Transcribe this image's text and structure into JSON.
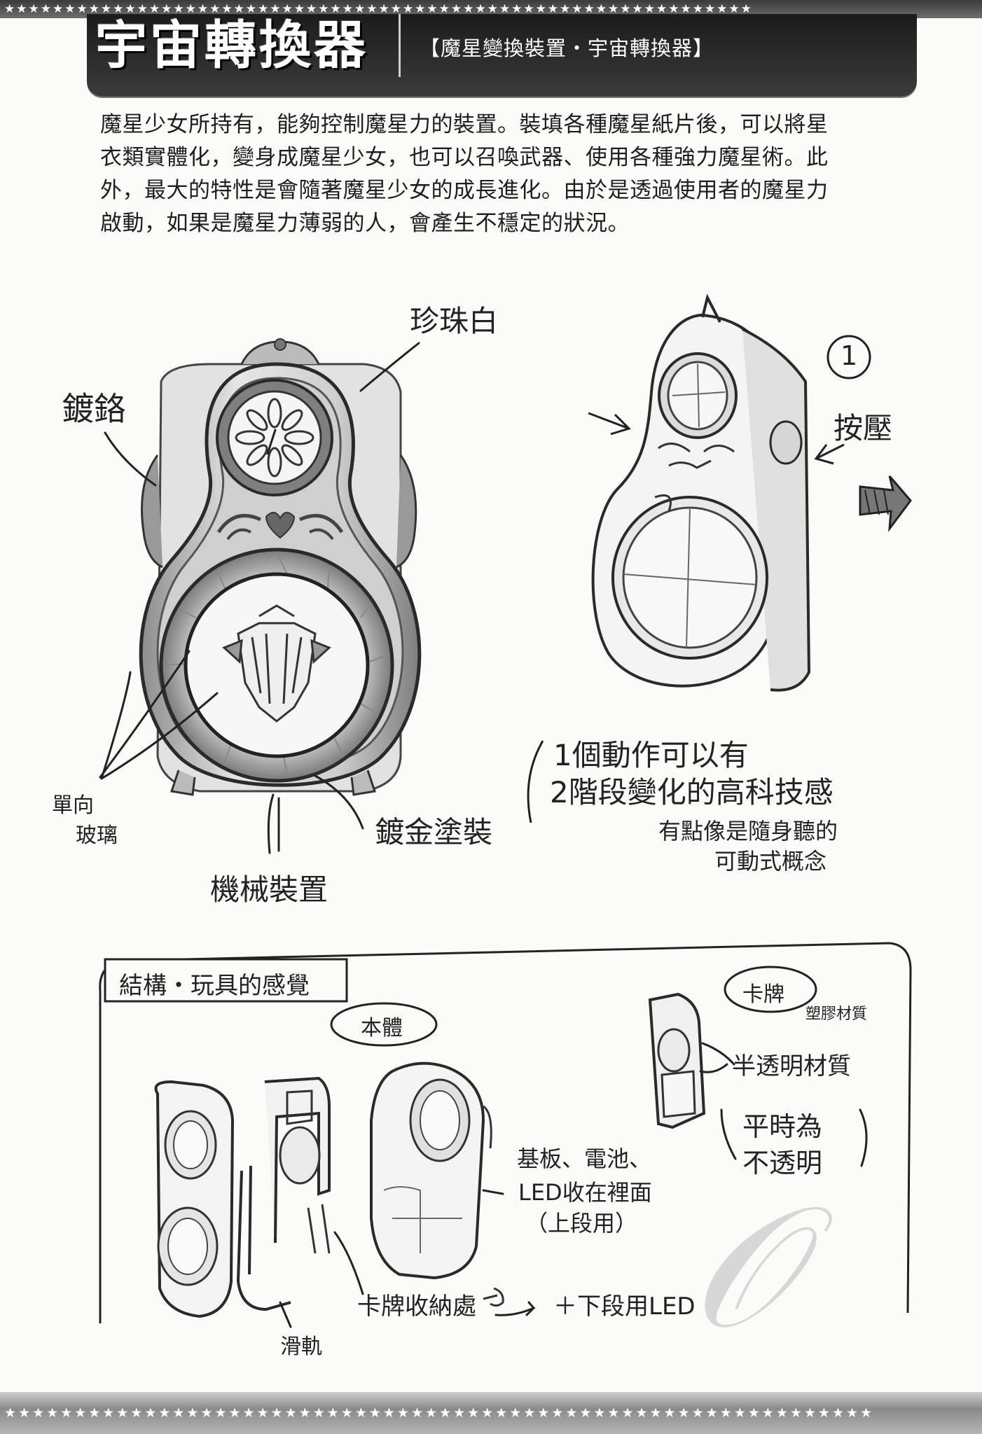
{
  "header": {
    "title": "宇宙轉換器",
    "subtitle": "【魔星變換裝置・宇宙轉換器】",
    "stars": "★★★★★★★★★★★★★★★★★★★★★★★★★★★★★★★★★★★★★★★★★★★★★★★★★★★★★★★★★★★★★★"
  },
  "intro": {
    "lines": [
      "魔星少女所持有，能夠控制魔星力的裝置。裝填各種魔星紙片後，可以將星",
      "衣類實體化，變身成魔星少女，也可以召喚武器、使用各種強力魔星術。此",
      "外，最大的特性是會隨著魔星少女的成長進化。由於是透過使用者的魔星力",
      "啟動，如果是魔星力薄弱的人，會產生不穩定的狀況。"
    ]
  },
  "front_labels": {
    "pearl_white": "珍珠白",
    "chrome": "鍍鉻",
    "one_way_glass_1": "單向",
    "one_way_glass_2": "玻璃",
    "gold_coating": "鍍金塗裝",
    "mechanism": "機械裝置"
  },
  "side_labels": {
    "step_number": "1",
    "press": "按壓"
  },
  "notes": {
    "line1": "1個動作可以有",
    "line2": "2階段變化的高科技感",
    "line3": "有點像是隨身聽的",
    "line4": "可動式概念"
  },
  "structure_panel": {
    "heading": "結構・玩具的感覺",
    "body": "本體",
    "card": "卡牌",
    "plastic": "塑膠材質",
    "translucent": "半透明材質",
    "normally_1": "平時為",
    "normally_2": "不透明",
    "board_1": "基板、電池、",
    "board_2": "LED收在裡面",
    "board_3": "（上段用）",
    "card_slot": "卡牌收納處",
    "lower_led": "＋下段用LED",
    "rail": "滑軌"
  }
}
